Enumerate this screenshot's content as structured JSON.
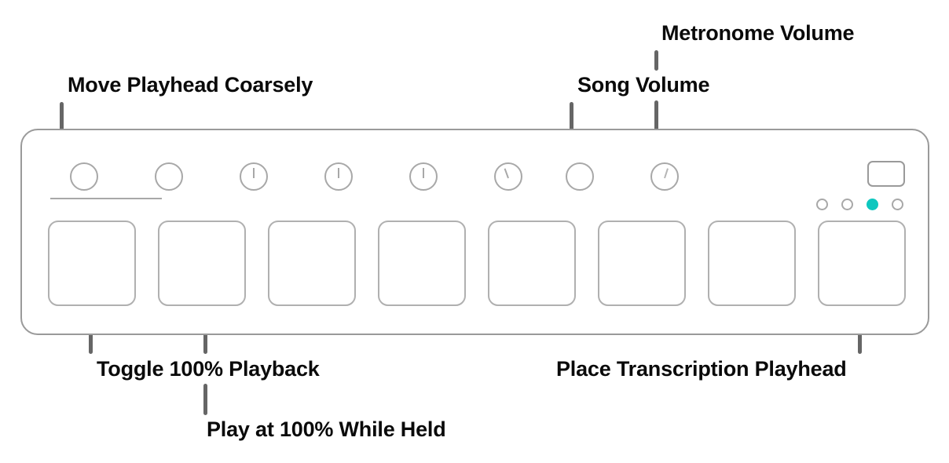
{
  "device": {
    "name": "MIDI pad controller front panel",
    "frame_color": "#9a9a9a",
    "background": "#ffffff",
    "active_led_color": "#0ec7bf",
    "knob_count": 8,
    "pad_count": 8,
    "led_count": 4,
    "active_led_index": 3,
    "knobs": [
      {
        "id": "knob-1",
        "label": "knob-1",
        "indicator": false,
        "angle": 0,
        "has_callout": true
      },
      {
        "id": "knob-2",
        "label": "knob-2",
        "indicator": false,
        "angle": 0,
        "has_callout": false
      },
      {
        "id": "knob-3",
        "label": "knob-3",
        "indicator": true,
        "angle": 0,
        "has_callout": false
      },
      {
        "id": "knob-4",
        "label": "knob-4",
        "indicator": true,
        "angle": 0,
        "has_callout": false
      },
      {
        "id": "knob-5",
        "label": "knob-5",
        "indicator": true,
        "angle": 0,
        "has_callout": false
      },
      {
        "id": "knob-6",
        "label": "knob-6",
        "indicator": true,
        "angle": -20,
        "has_callout": false
      },
      {
        "id": "knob-7",
        "label": "knob-7",
        "indicator": false,
        "angle": 0,
        "has_callout": true
      },
      {
        "id": "knob-8",
        "label": "knob-8",
        "indicator": true,
        "angle": 18,
        "has_callout": true
      }
    ],
    "pads": [
      {
        "id": "pad-1",
        "has_callout": true
      },
      {
        "id": "pad-2",
        "has_callout": true
      },
      {
        "id": "pad-3",
        "has_callout": false
      },
      {
        "id": "pad-4",
        "has_callout": false
      },
      {
        "id": "pad-5",
        "has_callout": false
      },
      {
        "id": "pad-6",
        "has_callout": false
      },
      {
        "id": "pad-7",
        "has_callout": false
      },
      {
        "id": "pad-8",
        "has_callout": true
      }
    ]
  },
  "annotations": {
    "move_playhead": {
      "label": "Move Playhead Coarsely",
      "target": "knob-1",
      "position": "above-left"
    },
    "song_volume": {
      "label": "Song Volume",
      "target": "knob-7",
      "position": "above"
    },
    "metronome_volume": {
      "label": "Metronome Volume",
      "target": "knob-8",
      "position": "above"
    },
    "toggle_playback": {
      "label": "Toggle 100% Playback",
      "target": "pad-1",
      "position": "below"
    },
    "play_while_held": {
      "label": "Play at 100% While Held",
      "target": "pad-2",
      "position": "below"
    },
    "place_playhead": {
      "label": "Place Transcription Playhead",
      "target": "pad-8",
      "position": "below"
    }
  },
  "colors": {
    "leader_line": "#666666",
    "outline": "#a8a8a8",
    "text": "#0a0a0a",
    "accent_teal": "#0ec7bf"
  }
}
